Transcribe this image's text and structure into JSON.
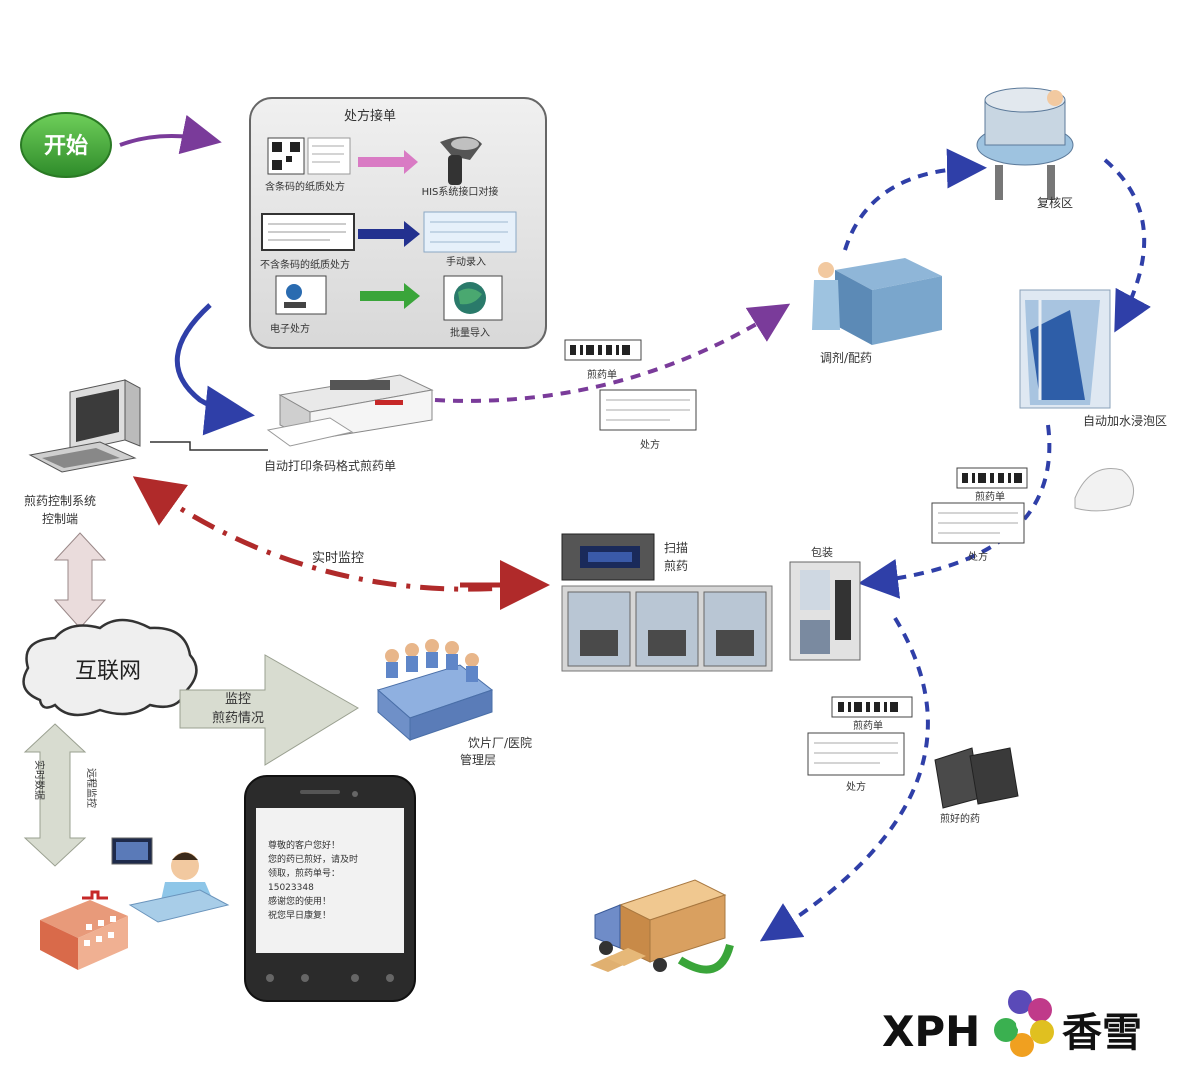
{
  "start": {
    "label": "开始"
  },
  "prescription_panel": {
    "title": "处方接单",
    "barcode_rx": "含条码的纸质处方",
    "his_interface": "HIS系统接口对接",
    "no_barcode_rx": "不含条码的纸质处方",
    "manual_entry": "手动录入",
    "e_rx": "电子处方",
    "batch_import": "批量导入"
  },
  "printer": {
    "label": "自动打印条码格式煎药单"
  },
  "control_pc": {
    "line1": "煎药控制系统",
    "line2": "控制端"
  },
  "realtime": {
    "label": "实时监控"
  },
  "internet": {
    "label": "互联网"
  },
  "monitor_arrow": {
    "line1": "监控",
    "line2": "煎药情况"
  },
  "factory": {
    "line1": "饮片厂/医院",
    "line2": "管理层"
  },
  "left_arrow": {
    "up": "实时数据",
    "down": "远程监控"
  },
  "phone": {
    "lines": [
      "尊敬的客户您好！",
      "您的药已煎好，请及时",
      "领取，煎药单号：",
      "15023348",
      "感谢您的使用！",
      "祝您早日康复！"
    ]
  },
  "dispense": {
    "label": "调剂/配药"
  },
  "review": {
    "label": "复核区"
  },
  "soak": {
    "label": "自动加水浸泡区"
  },
  "scan_decoct": {
    "line1": "扫描",
    "line2": "煎药"
  },
  "package": {
    "label": "包装"
  },
  "ticket1": {
    "sheet": "煎药单",
    "rx": "处方"
  },
  "ticket2": {
    "sheet": "煎药单",
    "rx": "处方"
  },
  "ticket3": {
    "sheet": "煎药单",
    "rx": "处方"
  },
  "finished": {
    "label": "煎好的药"
  },
  "logo": {
    "brand": "XPH",
    "name": "香雪"
  }
}
